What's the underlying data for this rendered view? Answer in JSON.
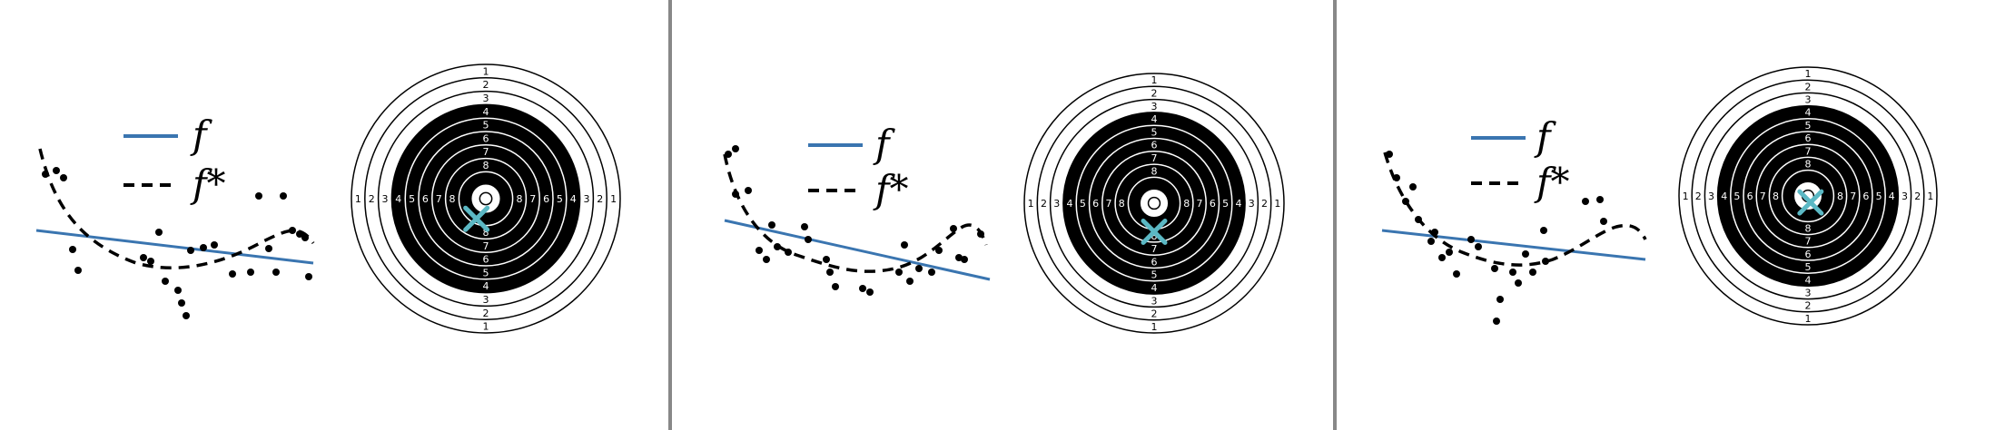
{
  "legend": {
    "fit_label": "f",
    "true_label": "f*"
  },
  "colors": {
    "fit_line": "#3a75b0",
    "hit_marker": "#5bb8c4",
    "target_black": "#000000",
    "divider": "#888888"
  },
  "target": {
    "ring_labels": [
      "1",
      "2",
      "3",
      "4",
      "5",
      "6",
      "7",
      "8"
    ],
    "black_from_ring": 4
  },
  "panels": [
    {
      "id": "left",
      "hit": {
        "dx": -0.07,
        "dy": 0.15
      }
    },
    {
      "id": "middle",
      "hit": {
        "dx": 0.0,
        "dy": 0.22
      }
    },
    {
      "id": "right",
      "hit": {
        "dx": 0.02,
        "dy": 0.05
      }
    }
  ]
}
